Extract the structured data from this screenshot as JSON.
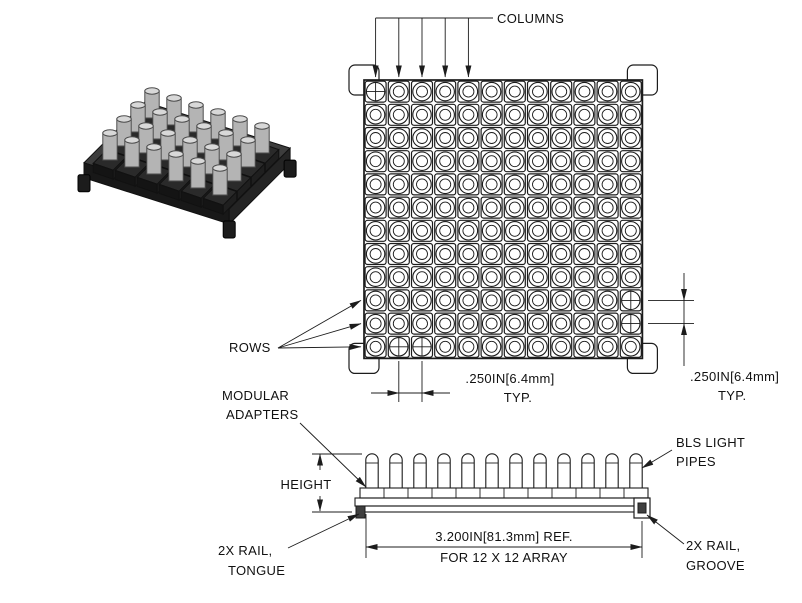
{
  "drawing": {
    "top_view": {
      "columns_label": "COLUMNS",
      "rows_label": "ROWS",
      "pitch_dim": ".250IN[6.4mm]",
      "pitch_typ": "TYP.",
      "grid": {
        "rows": 12,
        "cols": 12,
        "plus_cells": [
          [
            0,
            0
          ],
          [
            9,
            11
          ],
          [
            10,
            11
          ],
          [
            11,
            1
          ],
          [
            11,
            2
          ]
        ]
      }
    },
    "side_view": {
      "pipe_count": 12,
      "modular_adapters_line1": "MODULAR",
      "modular_adapters_line2": "ADAPTERS",
      "height_label": "HEIGHT",
      "bls_line1": "BLS LIGHT",
      "bls_line2": "PIPES",
      "tongue_line1": "2X RAIL,",
      "tongue_line2": "TONGUE",
      "groove_line1": "2X RAIL,",
      "groove_line2": "GROOVE",
      "length_dim": "3.200IN[81.3mm] REF.",
      "length_note": "FOR 12 X 12 ARRAY"
    },
    "colors": {
      "line": "#1c1c1c",
      "background": "#ffffff",
      "iso_base": "#3d3d3d",
      "iso_pipe": "#b4b4b4"
    }
  }
}
